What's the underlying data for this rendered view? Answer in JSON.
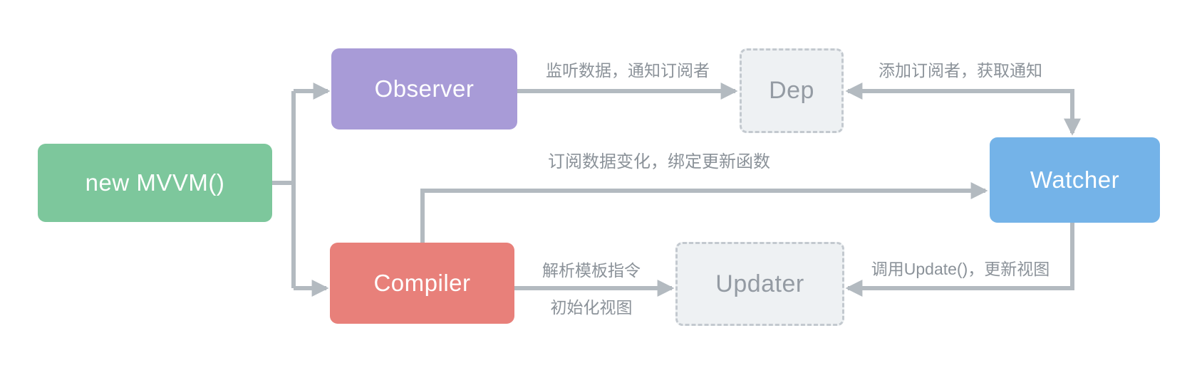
{
  "diagram": {
    "nodes": {
      "mvvm": {
        "label": "new MVVM()"
      },
      "observer": {
        "label": "Observer"
      },
      "dep": {
        "label": "Dep"
      },
      "watcher": {
        "label": "Watcher"
      },
      "compiler": {
        "label": "Compiler"
      },
      "updater": {
        "label": "Updater"
      }
    },
    "edges": {
      "observer_to_dep": {
        "label": "监听数据，通知订阅者"
      },
      "watcher_to_dep": {
        "label": "添加订阅者，获取通知"
      },
      "compiler_to_watcher": {
        "label": "订阅数据变化，绑定更新函数"
      },
      "compiler_to_updater": {
        "label_top": "解析模板指令",
        "label_bottom": "初始化视图"
      },
      "watcher_to_updater": {
        "label": "调用Update()，更新视图"
      }
    },
    "colors": {
      "mvvm": "#7dc79c",
      "observer": "#a89bd7",
      "compiler": "#e8807a",
      "watcher": "#74b3e8",
      "dashed_fill": "#eef1f3",
      "dashed_border": "#c3c9cf",
      "dashed_text": "#949ba3",
      "arrow": "#b3bac0",
      "edge_label": "#8b9299"
    }
  }
}
